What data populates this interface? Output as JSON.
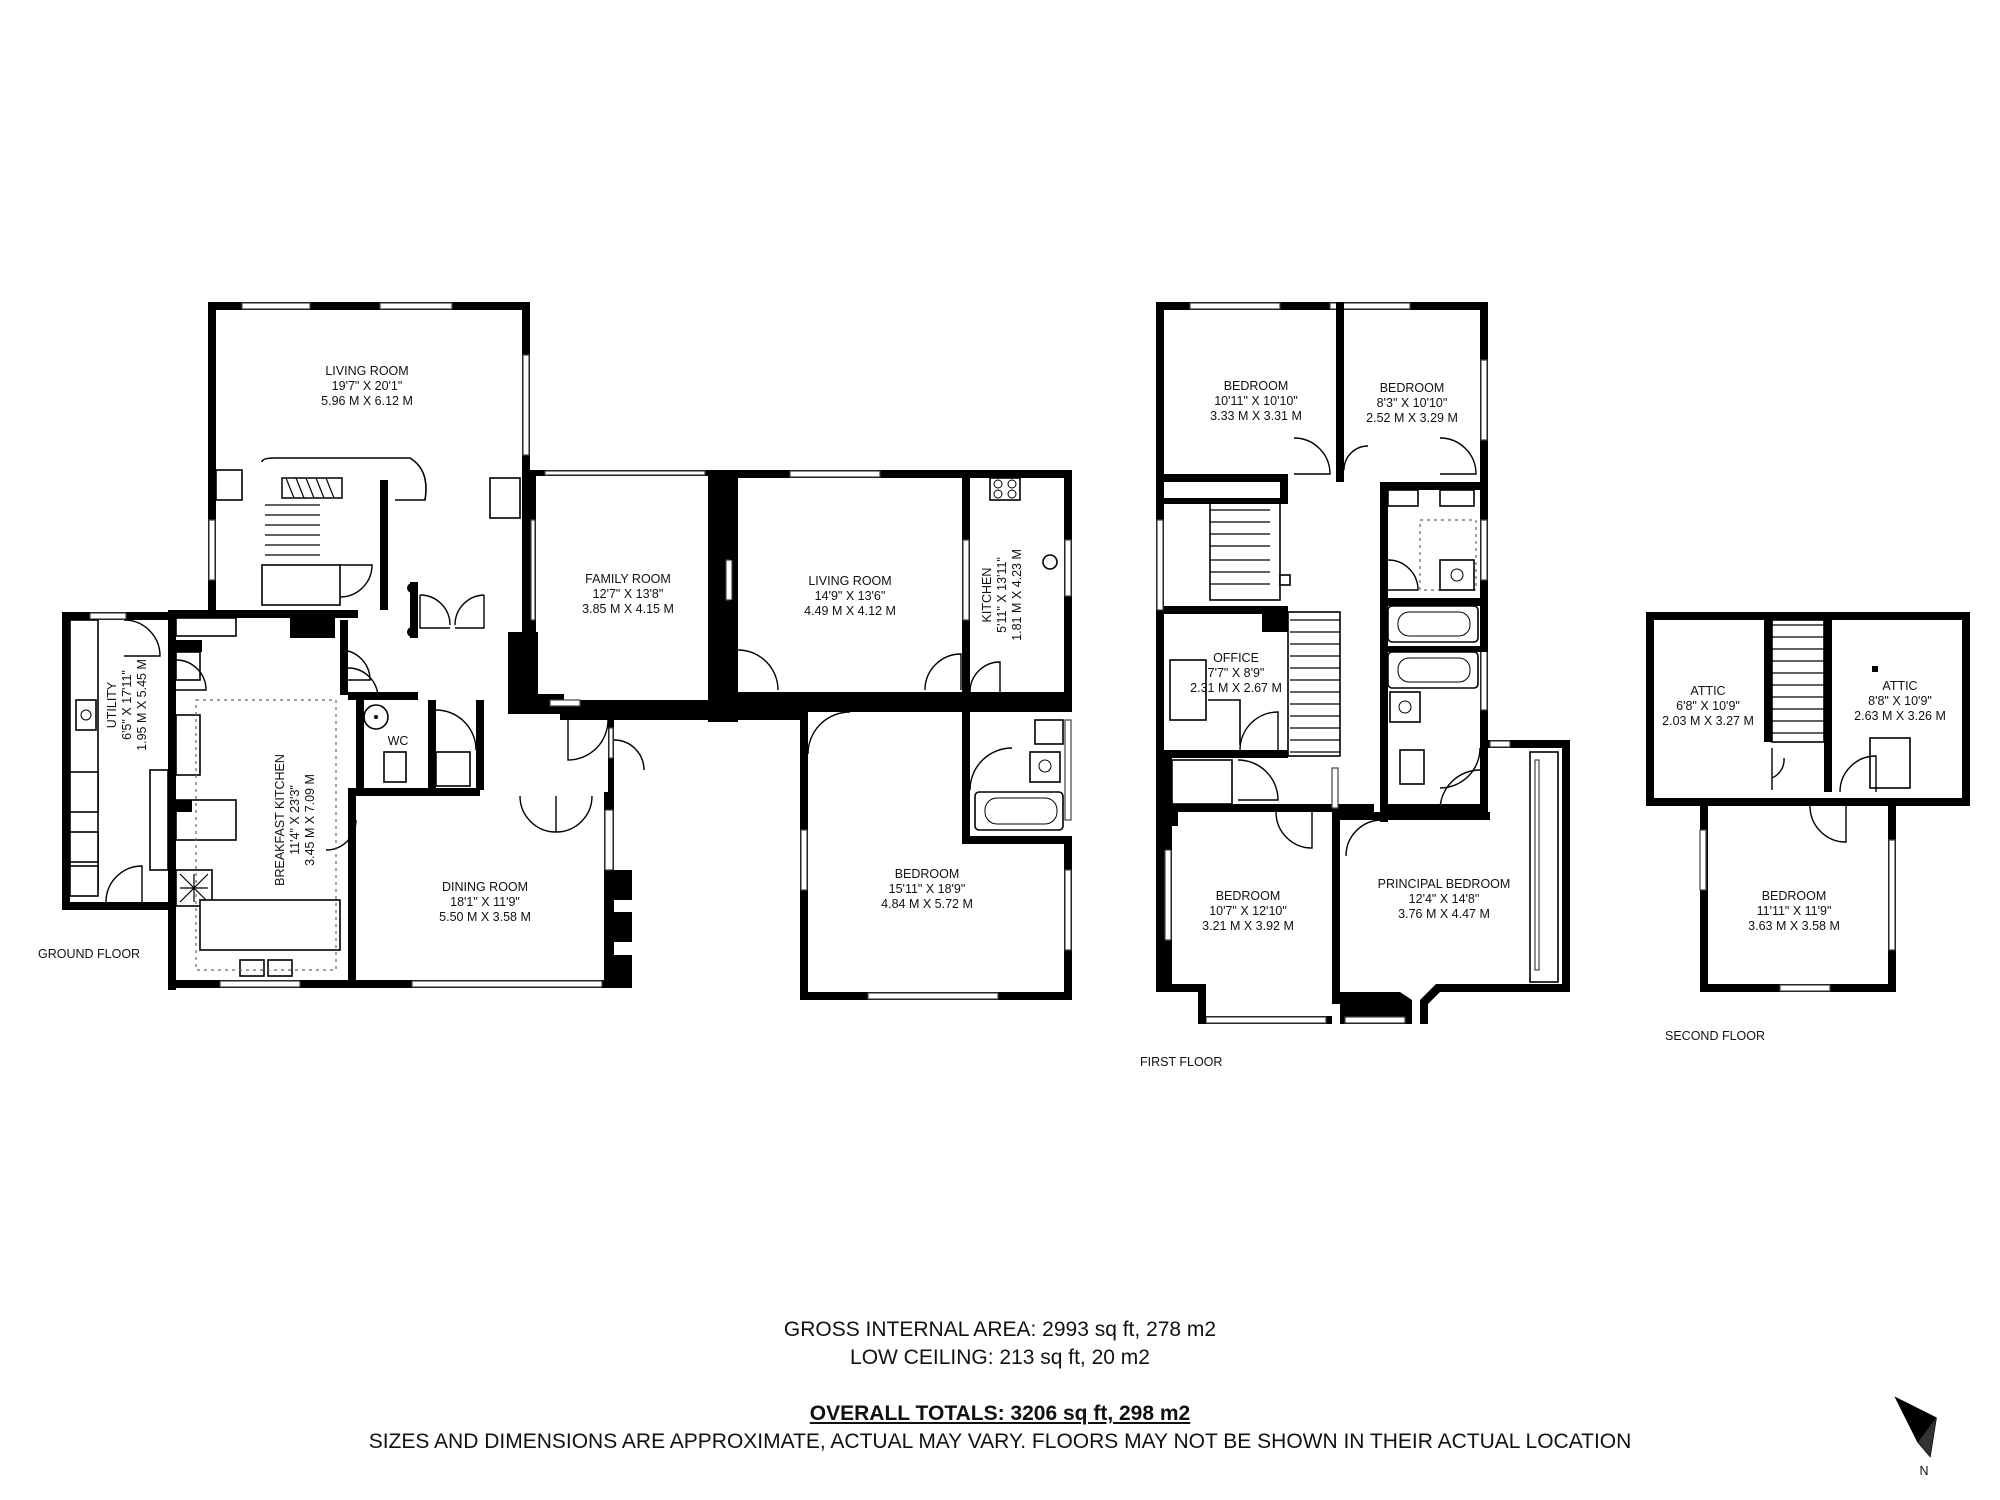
{
  "rooms": {
    "g_living": {
      "name": "LIVING ROOM",
      "imperial": "19'7\" X 20'1\"",
      "metric": "5.96 M X 6.12 M"
    },
    "g_family": {
      "name": "FAMILY ROOM",
      "imperial": "12'7\" X 13'8\"",
      "metric": "3.85 M X 4.15 M"
    },
    "g_living2": {
      "name": "LIVING ROOM",
      "imperial": "14'9\" X 13'6\"",
      "metric": "4.49 M X 4.12 M"
    },
    "g_kitchen": {
      "name": "KITCHEN",
      "imperial": "5'11\" X 13'11\"",
      "metric": "1.81 M X 4.23 M"
    },
    "g_utility": {
      "name": "UTILITY",
      "imperial": "6'5\" X 17'11\"",
      "metric": "1.95 M X 5.45 M"
    },
    "g_breakfast": {
      "name": "BREAKFAST KITCHEN",
      "imperial": "11'4\" X 23'3\"",
      "metric": "3.45 M X 7.09 M"
    },
    "g_wc": {
      "name": "WC"
    },
    "g_dining": {
      "name": "DINING ROOM",
      "imperial": "18'1\" X 11'9\"",
      "metric": "5.50 M X 3.58 M"
    },
    "g_bedroom": {
      "name": "BEDROOM",
      "imperial": "15'11\" X 18'9\"",
      "metric": "4.84 M X 5.72 M"
    },
    "f_bed1": {
      "name": "BEDROOM",
      "imperial": "10'11\" X 10'10\"",
      "metric": "3.33 M X 3.31 M"
    },
    "f_bed2": {
      "name": "BEDROOM",
      "imperial": "8'3\" X 10'10\"",
      "metric": "2.52 M X 3.29 M"
    },
    "f_office": {
      "name": "OFFICE",
      "imperial": "7'7\" X 8'9\"",
      "metric": "2.31 M X 2.67 M"
    },
    "f_bed3": {
      "name": "BEDROOM",
      "imperial": "10'7\" X 12'10\"",
      "metric": "3.21 M X 3.92 M"
    },
    "f_principal": {
      "name": "PRINCIPAL BEDROOM",
      "imperial": "12'4\" X 14'8\"",
      "metric": "3.76 M X 4.47 M"
    },
    "s_attic1": {
      "name": "ATTIC",
      "imperial": "6'8\" X 10'9\"",
      "metric": "2.03 M X 3.27 M"
    },
    "s_attic2": {
      "name": "ATTIC",
      "imperial": "8'8\" X 10'9\"",
      "metric": "2.63 M X 3.26 M"
    },
    "s_bed": {
      "name": "BEDROOM",
      "imperial": "11'11\" X 11'9\"",
      "metric": "3.63 M X 3.58 M"
    }
  },
  "floors": {
    "ground": "GROUND FLOOR",
    "first": "FIRST FLOOR",
    "second": "SECOND FLOOR"
  },
  "totals": {
    "gross": "GROSS INTERNAL AREA: 2993 sq ft, 278 m2",
    "low": "LOW CEILING: 213 sq ft, 20 m2",
    "overall": "OVERALL TOTALS: 3206 sq ft, 298 m2",
    "disclaimer": "SIZES AND DIMENSIONS ARE APPROXIMATE, ACTUAL MAY VARY.  FLOORS MAY NOT BE SHOWN IN THEIR ACTUAL LOCATION"
  },
  "compass": {
    "letter": "N",
    "icon": "north-arrow-icon"
  }
}
